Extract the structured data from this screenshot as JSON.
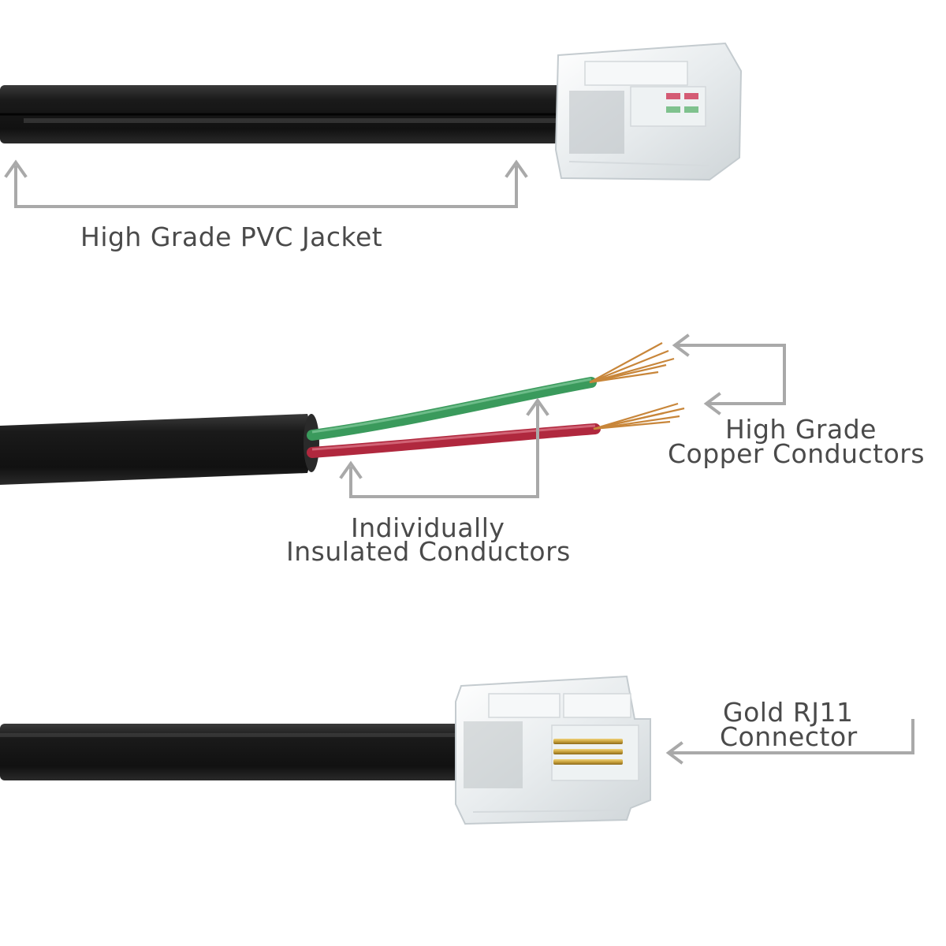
{
  "labels": {
    "jacket": "High Grade PVC Jacket",
    "copper_line1": "High Grade",
    "copper_line2": "Copper Conductors",
    "insulated_line1": "Individually",
    "insulated_line2": "Insulated Conductors",
    "connector_line1": "Gold RJ11",
    "connector_line2": "Connector"
  },
  "colors": {
    "background": "#ffffff",
    "cable": "#1a1a1a",
    "callout": "#a9a9a9",
    "text": "#4a4a4a",
    "wire_green": "#3a9a5c",
    "wire_red": "#b0283e",
    "copper": "#c8863a",
    "gold_pin": "#c9a23c"
  }
}
